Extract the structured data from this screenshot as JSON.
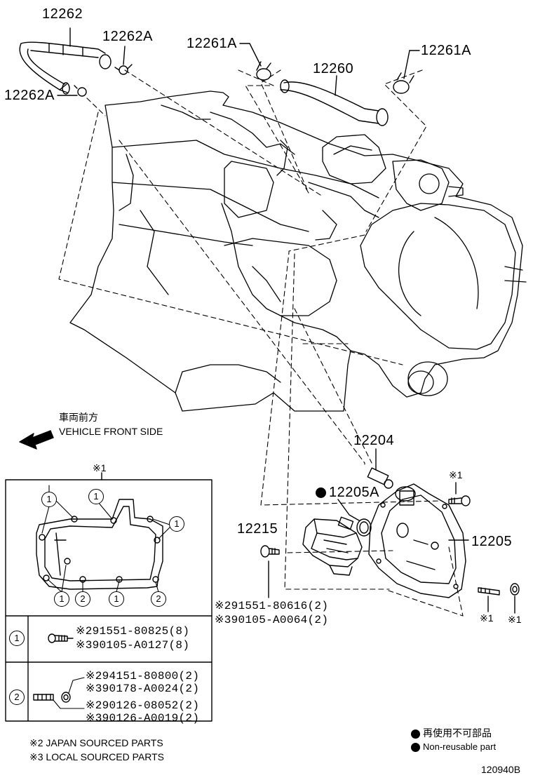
{
  "parts": {
    "p12262": "12262",
    "p12262A_top": "12262A",
    "p12262A_left": "12262A",
    "p12261A_left": "12261A",
    "p12261A_right": "12261A",
    "p12260": "12260",
    "p12204": "12204",
    "p12205A": "12205A",
    "p12215": "12215",
    "p12205": "12205"
  },
  "direction": {
    "jp": "車両前方",
    "en": "VEHICLE FRONT SIDE"
  },
  "refs": {
    "note1": "※1",
    "bolt_12215_line1": "※291551-80616(2)",
    "bolt_12215_line2": "※390105-A0064(2)",
    "stud_note": "※1",
    "nut_note": "※1",
    "bolt_top_note": "※1"
  },
  "inset": {
    "title": "※1",
    "gasket_circle_1": "1",
    "gasket_circle_2": "2",
    "row1": {
      "key": "1",
      "line1": "※291551-80825(8)",
      "line2": "※390105-A0127(8)"
    },
    "row2": {
      "key": "2",
      "line1": "※294151-80800(2)",
      "line2": "※390178-A0024(2)",
      "line3": "※290126-08052(2)",
      "line4": "※390126-A0019(2)"
    }
  },
  "footnotes": {
    "note2": "※2 JAPAN SOURCED PARTS",
    "note3": "※3 LOCAL SOURCED PARTS"
  },
  "legend": {
    "jp": "再使用不可部品",
    "en": "Non-reusable part"
  },
  "diagram_id": "120940B"
}
